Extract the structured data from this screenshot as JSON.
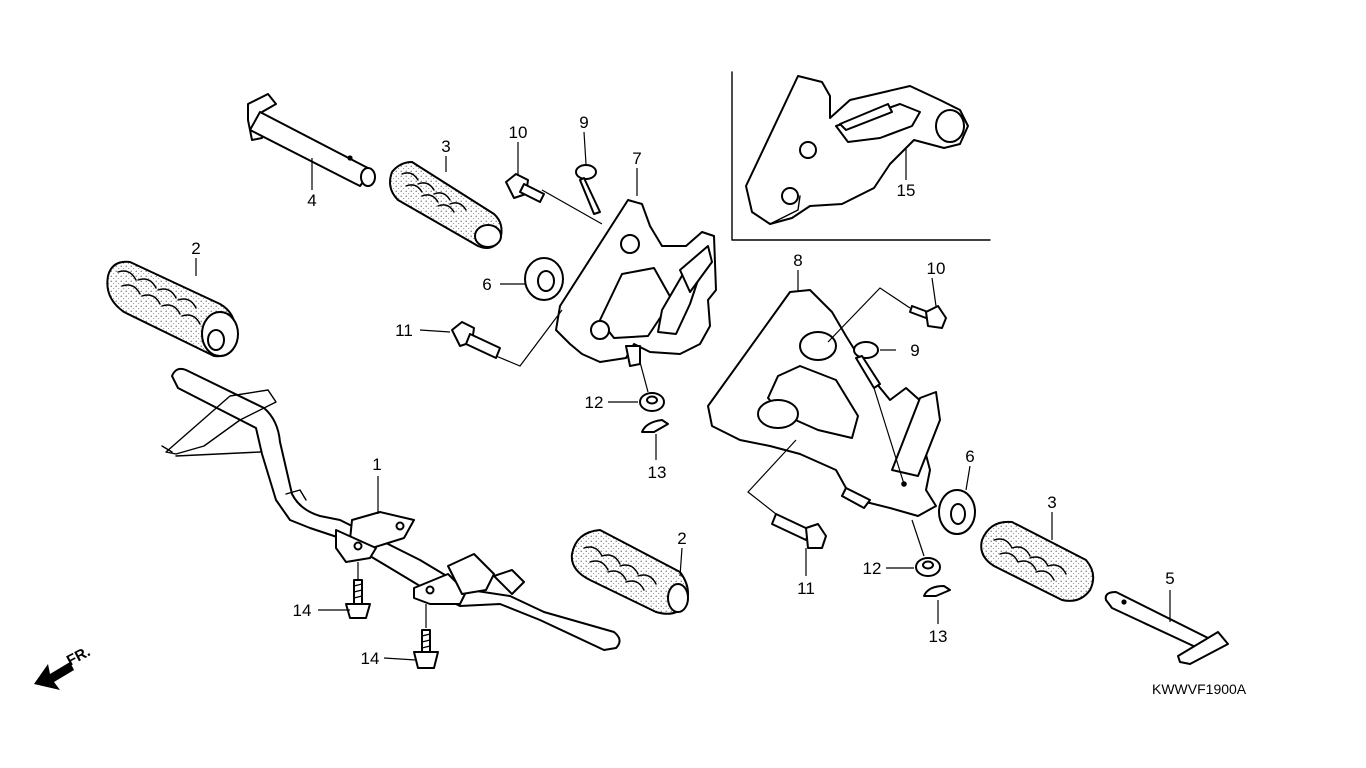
{
  "diagram": {
    "callouts": [
      {
        "id": "c4",
        "text": "4"
      },
      {
        "id": "c3a",
        "text": "3"
      },
      {
        "id": "c10a",
        "text": "10"
      },
      {
        "id": "c9a",
        "text": "9"
      },
      {
        "id": "c7",
        "text": "7"
      },
      {
        "id": "c15",
        "text": "15"
      },
      {
        "id": "c2a",
        "text": "2"
      },
      {
        "id": "c6a",
        "text": "6"
      },
      {
        "id": "c11a",
        "text": "11"
      },
      {
        "id": "c8",
        "text": "8"
      },
      {
        "id": "c10b",
        "text": "10"
      },
      {
        "id": "c9b",
        "text": "9"
      },
      {
        "id": "c12a",
        "text": "12"
      },
      {
        "id": "c13a",
        "text": "13"
      },
      {
        "id": "c1",
        "text": "1"
      },
      {
        "id": "c6b",
        "text": "6"
      },
      {
        "id": "c3b",
        "text": "3"
      },
      {
        "id": "c2b",
        "text": "2"
      },
      {
        "id": "c5",
        "text": "5"
      },
      {
        "id": "c11b",
        "text": "11"
      },
      {
        "id": "c12b",
        "text": "12"
      },
      {
        "id": "c13b",
        "text": "13"
      },
      {
        "id": "c14a",
        "text": "14"
      },
      {
        "id": "c14b",
        "text": "14"
      }
    ],
    "direction_label": "FR.",
    "diagram_code": "KWWVF1900A"
  }
}
